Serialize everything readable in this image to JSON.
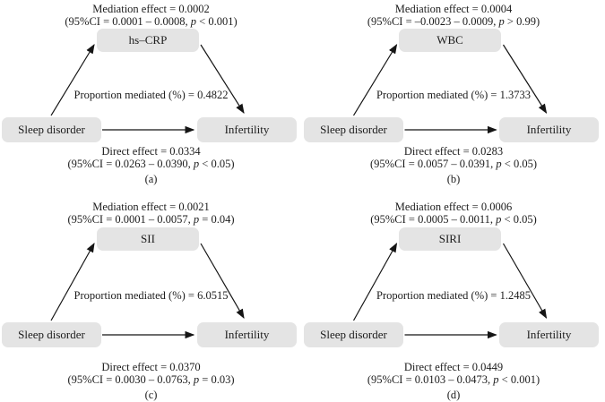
{
  "figure": {
    "background": "#ffffff",
    "box_fill": "#e4e4e4",
    "text_color": "#1c1c1c",
    "arrow_color": "#151515"
  },
  "p_symbol": "p",
  "panels": [
    {
      "label": "(a)",
      "mediator": "hs–CRP",
      "exposure": "Sleep disorder",
      "outcome": "Infertility",
      "mediation_effect": "Mediation effect = 0.0002",
      "mediation_ci_before": "(95%CI = 0.0001 – 0.0008, ",
      "mediation_ci_after": " < 0.001)",
      "proportion": "Proportion mediated (%) = 0.4822",
      "direct_effect": "Direct effect = 0.0334",
      "direct_ci_before": "(95%CI = 0.0263 – 0.0390, ",
      "direct_ci_after": " < 0.05)"
    },
    {
      "label": "(b)",
      "mediator": "WBC",
      "exposure": "Sleep disorder",
      "outcome": "Infertility",
      "mediation_effect": "Mediation effect = 0.0004",
      "mediation_ci_before": "(95%CI = –0.0023 – 0.0009, ",
      "mediation_ci_after": " > 0.99)",
      "proportion": "Proportion mediated (%) = 1.3733",
      "direct_effect": "Direct effect = 0.0283",
      "direct_ci_before": "(95%CI = 0.0057 – 0.0391, ",
      "direct_ci_after": " < 0.05)"
    },
    {
      "label": "(c)",
      "mediator": "SII",
      "exposure": "Sleep disorder",
      "outcome": "Infertility",
      "mediation_effect": "Mediation effect = 0.0021",
      "mediation_ci_before": "(95%CI = 0.0001 – 0.0057, ",
      "mediation_ci_after": " = 0.04)",
      "proportion": "Proportion mediated (%) = 6.0515",
      "direct_effect": "Direct effect = 0.0370",
      "direct_ci_before": "(95%CI = 0.0030 – 0.0763, ",
      "direct_ci_after": " = 0.03)"
    },
    {
      "label": "(d)",
      "mediator": "SIRI",
      "exposure": "Sleep disorder",
      "outcome": "Infertility",
      "mediation_effect": "Mediation effect = 0.0006",
      "mediation_ci_before": "(95%CI = 0.0005 – 0.0011, ",
      "mediation_ci_after": " < 0.05)",
      "proportion": "Proportion mediated (%) = 1.2485",
      "direct_effect": "Direct effect = 0.0449",
      "direct_ci_before": "(95%CI = 0.0103 – 0.0473, ",
      "direct_ci_after": " < 0.001)"
    }
  ]
}
